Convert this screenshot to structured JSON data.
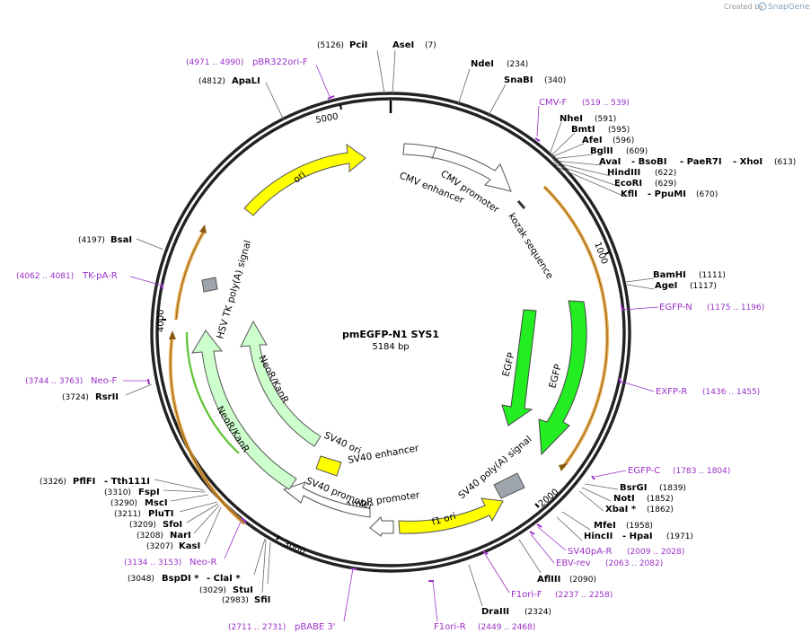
{
  "credit": {
    "text": "Created by",
    "brand": "SnapGene"
  },
  "plasmid": {
    "name": "pmEGFP-N1 SYS1",
    "length": "5184 bp"
  },
  "ticks": [
    "1000",
    "2000",
    "3000",
    "4000",
    "5000"
  ],
  "features": {
    "ori": "ori",
    "cmv_enhancer": "CMV enhancer",
    "cmv_promoter": "CMV promoter",
    "kozak": "kozak sequence",
    "egfp1": "EGFP",
    "egfp2": "EGFP",
    "sv40_polya": "SV40 poly(A) signal",
    "f1_ori": "f1 ori",
    "ampr_promoter": "AmpR promoter",
    "sv40_promoter": "SV40 promoter",
    "sv40_ori": "SV40 ori",
    "sv40_enhancer": "SV40 enhancer",
    "neor1": "NeoR/KanR",
    "neor2": "NeoR/KanR",
    "hsv_tk": "HSV TK poly(A) signal"
  },
  "enzymes": [
    {
      "name": "PciI",
      "pos": "(5126)"
    },
    {
      "name": "AseI",
      "pos": "(7)"
    },
    {
      "name": "NdeI",
      "pos": "(234)"
    },
    {
      "name": "SnaBI",
      "pos": "(340)"
    },
    {
      "name": "NheI",
      "pos": "(591)"
    },
    {
      "name": "BmtI",
      "pos": "(595)"
    },
    {
      "name": "AfeI",
      "pos": "(596)"
    },
    {
      "name": "BglII",
      "pos": "(609)"
    },
    {
      "name": "AvaI",
      "pos": ""
    },
    {
      "name": "- BsoBI",
      "pos": ""
    },
    {
      "name": "- PaeR7I",
      "pos": ""
    },
    {
      "name": "- XhoI",
      "pos": "(613)"
    },
    {
      "name": "HindIII",
      "pos": "(622)"
    },
    {
      "name": "EcoRI",
      "pos": "(629)"
    },
    {
      "name": "KflI",
      "pos": ""
    },
    {
      "name": "- PpuMI",
      "pos": "(670)"
    },
    {
      "name": "BamHI",
      "pos": "(1111)"
    },
    {
      "name": "AgeI",
      "pos": "(1117)"
    },
    {
      "name": "BsrGI",
      "pos": "(1839)"
    },
    {
      "name": "NotI",
      "pos": "(1852)"
    },
    {
      "name": "XbaI *",
      "pos": "(1862)"
    },
    {
      "name": "MfeI",
      "pos": "(1958)"
    },
    {
      "name": "HincII",
      "pos": ""
    },
    {
      "name": "- HpaI",
      "pos": "(1971)"
    },
    {
      "name": "AflIII",
      "pos": "(2090)"
    },
    {
      "name": "DraIII",
      "pos": "(2324)"
    },
    {
      "name": "SfiI",
      "pos": "(2983)"
    },
    {
      "name": "StuI",
      "pos": "(3029)"
    },
    {
      "name": "BspDI *",
      "pos": "(3048)"
    },
    {
      "name": "- ClaI *",
      "pos": ""
    },
    {
      "name": "KasI",
      "pos": "(3207)"
    },
    {
      "name": "NarI",
      "pos": "(3208)"
    },
    {
      "name": "SfoI",
      "pos": "(3209)"
    },
    {
      "name": "PluTI",
      "pos": "(3211)"
    },
    {
      "name": "MscI",
      "pos": "(3290)"
    },
    {
      "name": "FspI",
      "pos": "(3310)"
    },
    {
      "name": "PflFI",
      "pos": "(3326)"
    },
    {
      "name": "- Tth111I",
      "pos": ""
    },
    {
      "name": "RsrII",
      "pos": "(3724)"
    },
    {
      "name": "BsaI",
      "pos": "(4197)"
    },
    {
      "name": "ApaLI",
      "pos": "(4812)"
    }
  ],
  "primers": [
    {
      "name": "pBR322ori-F",
      "range": "(4971 .. 4990)"
    },
    {
      "name": "CMV-F",
      "range": "(519 .. 539)"
    },
    {
      "name": "EGFP-N",
      "range": "(1175 .. 1196)"
    },
    {
      "name": "EXFP-R",
      "range": "(1436 .. 1455)"
    },
    {
      "name": "EGFP-C",
      "range": "(1783 .. 1804)"
    },
    {
      "name": "SV40pA-R",
      "range": "(2009 .. 2028)"
    },
    {
      "name": "EBV-rev",
      "range": "(2063 .. 2082)"
    },
    {
      "name": "F1ori-F",
      "range": "(2237 .. 2258)"
    },
    {
      "name": "F1ori-R",
      "range": "(2449 .. 2468)"
    },
    {
      "name": "pBABE 3'",
      "range": "(2711 .. 2731)"
    },
    {
      "name": "Neo-R",
      "range": "(3134 .. 3153)"
    },
    {
      "name": "Neo-F",
      "range": "(3744 .. 3763)"
    },
    {
      "name": "TK-pA-R",
      "range": "(4062 .. 4081)"
    }
  ],
  "colors": {
    "ori": "#ffff00",
    "egfp": "#22ee22",
    "neor": "#ccffcc",
    "neor_orf": "#66cc33",
    "primer": "#9b30c8",
    "orf_orange": "#e8a33c",
    "grey_box": "#9ea5ad"
  }
}
